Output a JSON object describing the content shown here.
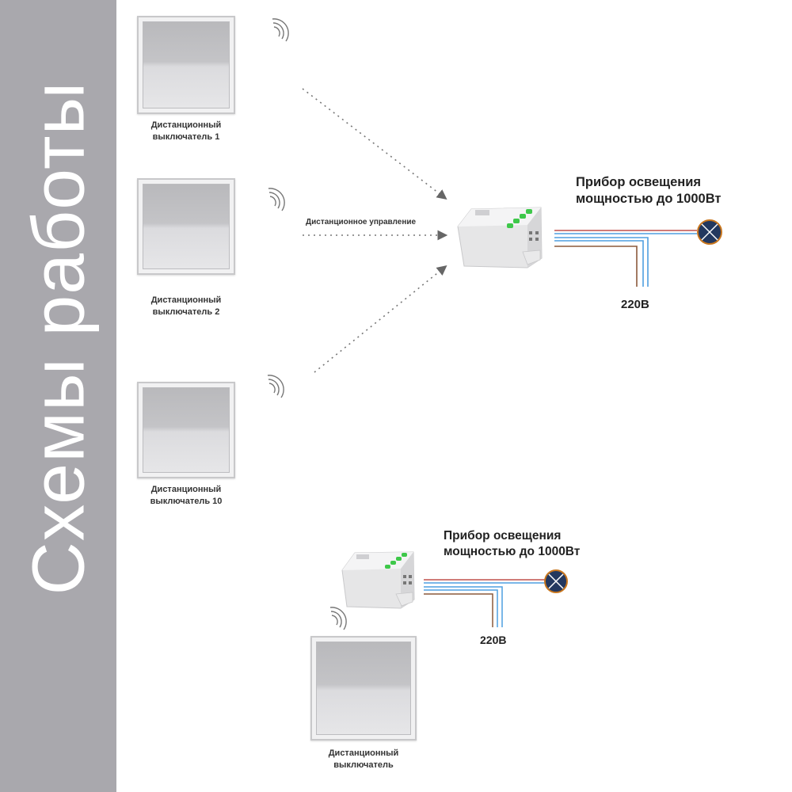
{
  "sidebar": {
    "title": "Схемы работы"
  },
  "top_diagram": {
    "switches": [
      {
        "caption_line1": "Дистанционный",
        "caption_line2": "выключатель 1"
      },
      {
        "caption_line1": "Дистанционный",
        "caption_line2": "выключатель 2"
      },
      {
        "caption_line1": "Дистанционный",
        "caption_line2": "выключатель 10"
      }
    ],
    "remote_control_label": "Дистанционное управление",
    "load_line1": "Прибор освещения",
    "load_line2": "мощностью до 1000Вт",
    "voltage": "220В"
  },
  "bottom_diagram": {
    "switch": {
      "caption_line1": "Дистанционный",
      "caption_line2": "выключатель"
    },
    "load_line1": "Прибор освещения",
    "load_line2": "мощностью до 1000Вт",
    "voltage": "220В"
  },
  "colors": {
    "sidebar": "#a9a8ad",
    "wire_red": "#c0504d",
    "wire_blue": "#4f9fe0",
    "wire_brown": "#8b5a3c",
    "lamp_fill": "#23385f",
    "led_green": "#3ec84a"
  }
}
